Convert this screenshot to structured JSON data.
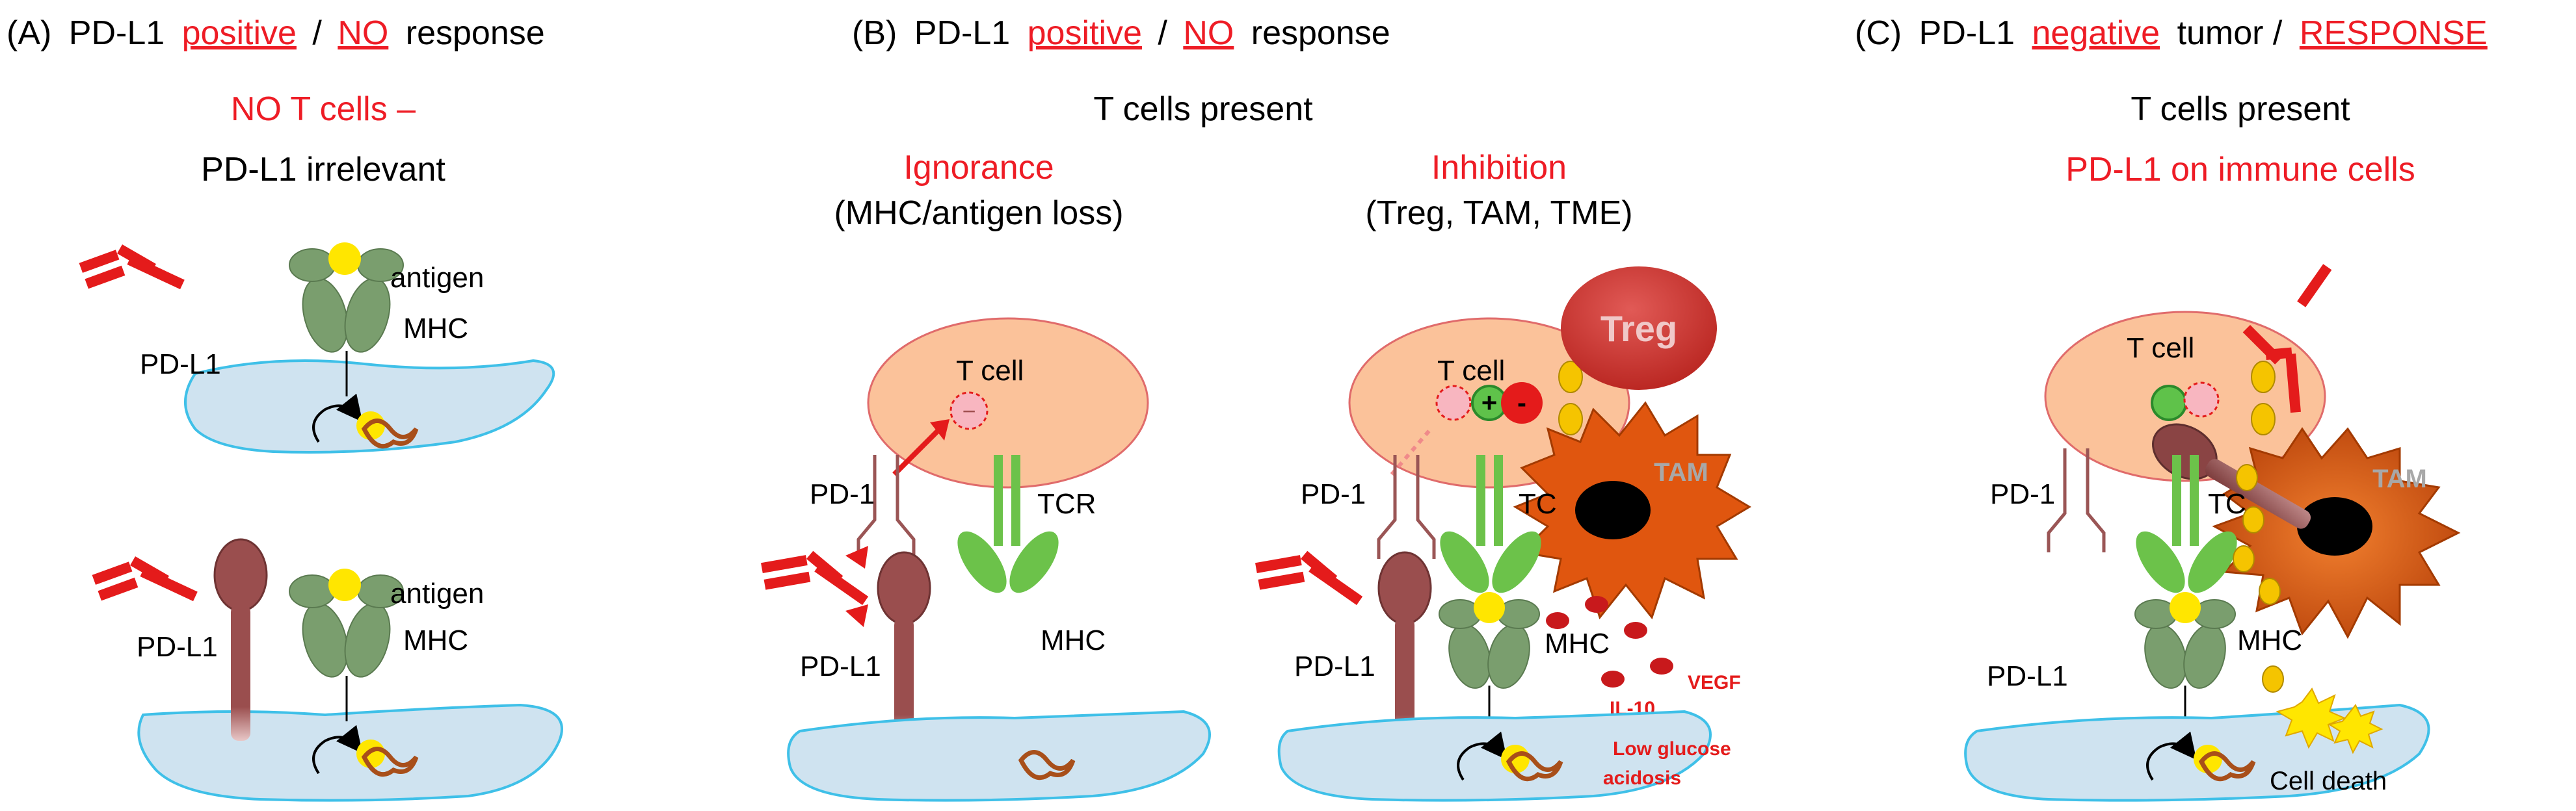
{
  "panels": {
    "a": {
      "tag": "(A)",
      "head_pre": "PD-L1",
      "head_red": "positive",
      "head_sep": "/",
      "head_red2": "NO",
      "head_post": "response",
      "line1": "NO T cells –",
      "line2": "PD-L1 irrelevant",
      "labels": {
        "pdl1_top": "PD-L1",
        "antigen_top": "antigen",
        "mhc_top": "MHC",
        "pdl1_bot": "PD-L1",
        "antigen_bot": "antigen",
        "mhc_bot": "MHC"
      }
    },
    "b": {
      "tag": "(B)",
      "head_pre": "PD-L1",
      "head_red": "positive",
      "head_sep": "/",
      "head_red2": "NO",
      "head_post": "response",
      "line1": "T cells present",
      "left_title": "Ignorance",
      "left_sub": "(MHC/antigen loss)",
      "right_title": "Inhibition",
      "right_sub": "(Treg, TAM, TME)",
      "labels": {
        "tcell_l": "T cell",
        "pd1_l": "PD-1",
        "tcr_l": "TCR",
        "pdl1_l": "PD-L1",
        "mhc_l": "MHC",
        "tcell_r": "T cell",
        "treg": "Treg",
        "tam": "TAM",
        "pd1_r": "PD-1",
        "tcr_r": "TC",
        "pdl1_r": "PD-L1",
        "mhc_r": "MHC",
        "vegf": "VEGF",
        "il10": "IL-10",
        "low_glucose": "Low glucose",
        "acidosis": "acidosis"
      }
    },
    "c": {
      "tag": "(C)",
      "head_pre": "PD-L1",
      "head_red": "negative",
      "head_mid": "tumor /",
      "head_red2": "RESPONSE",
      "line1": "T cells present",
      "line2": "PD-L1 on immune cells",
      "labels": {
        "tcell": "T cell",
        "tam": "TAM",
        "pd1": "PD-1",
        "tcr": "TC",
        "pdl1": "PD-L1",
        "mhc": "MHC",
        "cell_death": "Cell death"
      }
    }
  },
  "colors": {
    "red_text": "#ee1c25",
    "tcell_fill": "#fbc29a",
    "tumor_fill": "#cfe3f0",
    "tumor_stroke": "#3fc0e8",
    "mhc_green": "#7a9e6e",
    "tcr_green": "#6cc24a",
    "pdl1_brown": "#9a4e4e",
    "tam_orange": "#e0560f",
    "treg_red": "#c8312f",
    "antigen_yellow": "#ffe600"
  }
}
